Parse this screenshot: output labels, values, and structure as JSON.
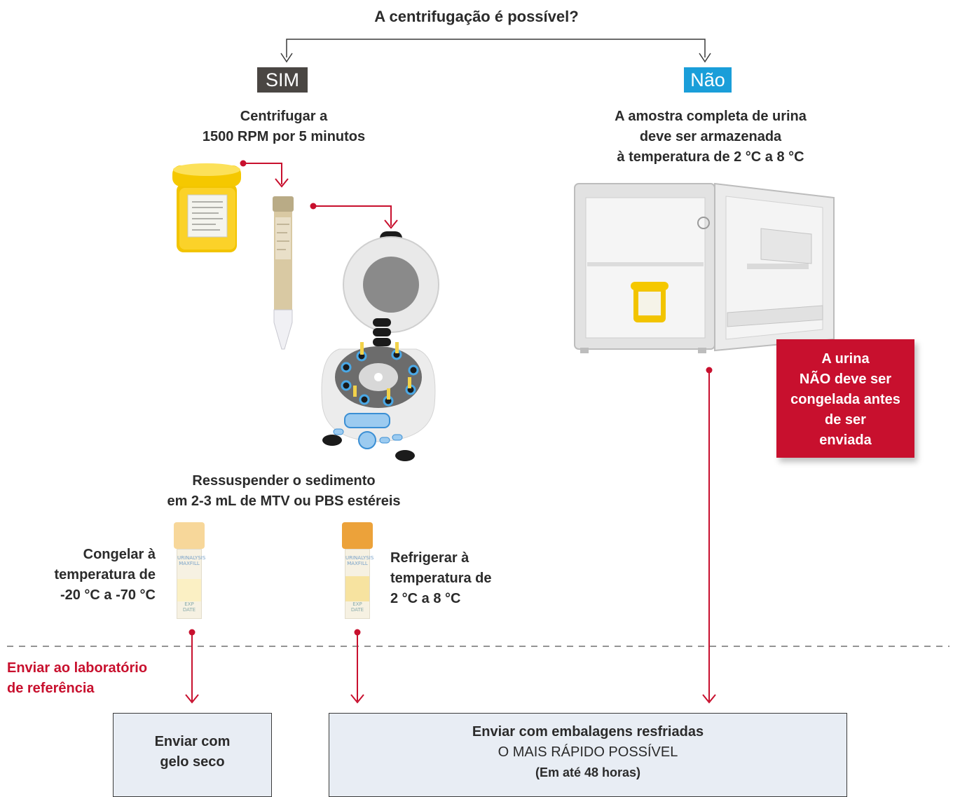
{
  "question": "A centrifugação é possível?",
  "yes_label": "SIM",
  "no_label": "Não",
  "yes_branch": {
    "centrifuge_line1": "Centrifugar a",
    "centrifuge_line2": "1500 RPM por 5 minutos",
    "resuspend_line1": "Ressuspender o sedimento",
    "resuspend_line2": "em 2-3 mL de MTV ou PBS estéreis",
    "freeze_line1": "Congelar à",
    "freeze_line2": "temperatura de",
    "freeze_line3": "-20 °C a -70 °C",
    "refrigerate_line1": "Refrigerar à",
    "refrigerate_line2": "temperatura de",
    "refrigerate_line3": "2 °C a 8 °C",
    "tube_label_1": "URINALYSIS",
    "tube_label_2": "MAXFILL",
    "tube_label_3": "EXP",
    "tube_label_4": "DATE"
  },
  "no_branch": {
    "store_line1": "A amostra completa de urina",
    "store_line2": "deve ser armazenada",
    "store_line3": "à temperatura de 2 °C a 8 °C",
    "warning_line1": "A urina",
    "warning_line2": "NÃO deve ser",
    "warning_line3": "congelada antes",
    "warning_line4": "de ser",
    "warning_line5": "enviada"
  },
  "send_label_line1": "Enviar ao laboratório",
  "send_label_line2": "de referência",
  "box_dry_ice_line1": "Enviar com",
  "box_dry_ice_line2": "gelo seco",
  "box_cold_line1": "Enviar com embalagens resfriadas",
  "box_cold_line2": "O MAIS RÁPIDO POSSÍVEL",
  "box_cold_line3": "(Em até 48 horas)",
  "colors": {
    "yes_badge": "#4a4643",
    "no_badge": "#1a9ed9",
    "arrow_red": "#c8102e",
    "warning_bg": "#c8102e",
    "box_bg": "#e8edf4"
  }
}
